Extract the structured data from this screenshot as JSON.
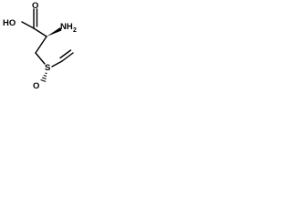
{
  "molecule": {
    "labels": {
      "hydroxyl": "HO",
      "amine": "NH2",
      "amine_main": "NH",
      "amine_subscript": "2",
      "sulfur": "S",
      "oxygen_carbonyl": "O",
      "oxygen_sulfoxide": "O"
    },
    "colors": {
      "ink": "#000000",
      "background": "#ffffff"
    },
    "stereo": {
      "alpha_carbon": "wedge-bond-to-amine",
      "sulfur": "hashed-bond-to-oxygen"
    }
  }
}
